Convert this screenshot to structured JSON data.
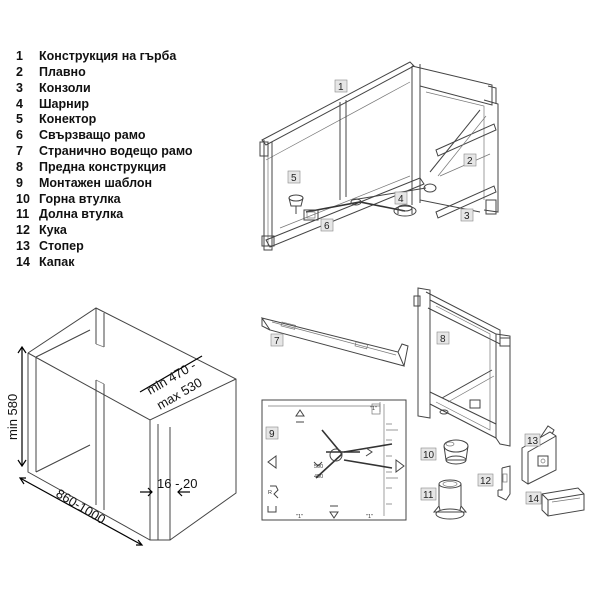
{
  "legend": [
    {
      "num": "1",
      "label": "Конструкция на гърба"
    },
    {
      "num": "2",
      "label": "Плавно"
    },
    {
      "num": "3",
      "label": "Конзоли"
    },
    {
      "num": "4",
      "label": "Шарнир"
    },
    {
      "num": "5",
      "label": "Конектор"
    },
    {
      "num": "6",
      "label": "Свързващо рамо"
    },
    {
      "num": "7",
      "label": "Странично водещо рамо"
    },
    {
      "num": "8",
      "label": "Предна конструкция"
    },
    {
      "num": "9",
      "label": "Монтажен шаблон"
    },
    {
      "num": "10",
      "label": "Горна втулка"
    },
    {
      "num": "11",
      "label": "Долна втулка"
    },
    {
      "num": "12",
      "label": "Кука"
    },
    {
      "num": "13",
      "label": "Стопер"
    },
    {
      "num": "14",
      "label": "Капак"
    }
  ],
  "callouts": {
    "c1": "1",
    "c2": "2",
    "c3": "3",
    "c4": "4",
    "c5": "5",
    "c6": "6",
    "c7": "7",
    "c8": "8",
    "c9": "9",
    "c10": "10",
    "c11": "11",
    "c12": "12",
    "c13": "13",
    "c14": "14"
  },
  "dimensions": {
    "height": "min 580",
    "depth_min": "min 470 -",
    "depth_max": "max 530",
    "width": "860-1000",
    "offset": "16 - 20"
  },
  "template_marks": {
    "m500": "500",
    "m450": "450",
    "r": "R",
    "t1": "\"1\"",
    "t2": "\"1\"",
    "t3": "\"1\""
  }
}
